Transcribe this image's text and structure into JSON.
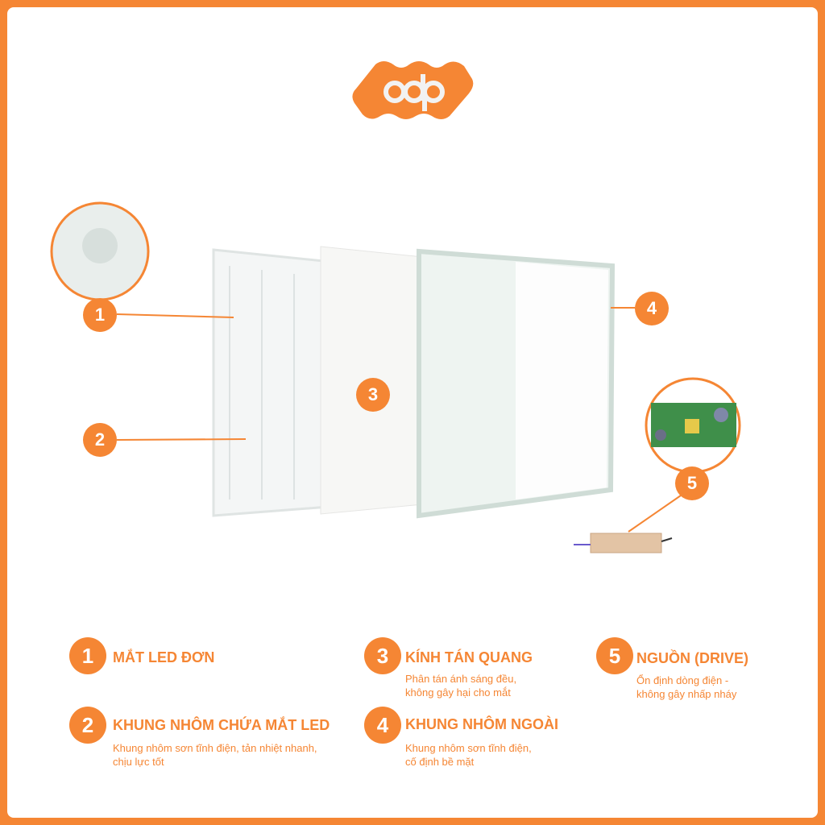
{
  "logo": {
    "text": "adp",
    "color": "#f58634"
  },
  "callouts": [
    "1",
    "2",
    "3",
    "4",
    "5"
  ],
  "legend": [
    {
      "number": "1",
      "title": "MẮT LED ĐƠN",
      "desc": []
    },
    {
      "number": "2",
      "title": "KHUNG NHÔM CHỨA MẮT LED",
      "desc": [
        "Khung nhôm sơn tĩnh điện, tản nhiệt nhanh,",
        "chịu lực tốt"
      ]
    },
    {
      "number": "3",
      "title": "KÍNH TÁN QUANG",
      "desc": [
        "Phân tán ánh sáng đều,",
        "không gây hại cho mắt"
      ]
    },
    {
      "number": "4",
      "title": "KHUNG NHÔM NGOÀI",
      "desc": [
        "Khung nhôm sơn tĩnh điện,",
        "cố định bề mặt"
      ]
    },
    {
      "number": "5",
      "title": "NGUỒN (DRIVE)",
      "desc": [
        "Ổn định dòng điện -",
        "không gây nhấp nháy"
      ]
    }
  ],
  "accent": "#f58634"
}
